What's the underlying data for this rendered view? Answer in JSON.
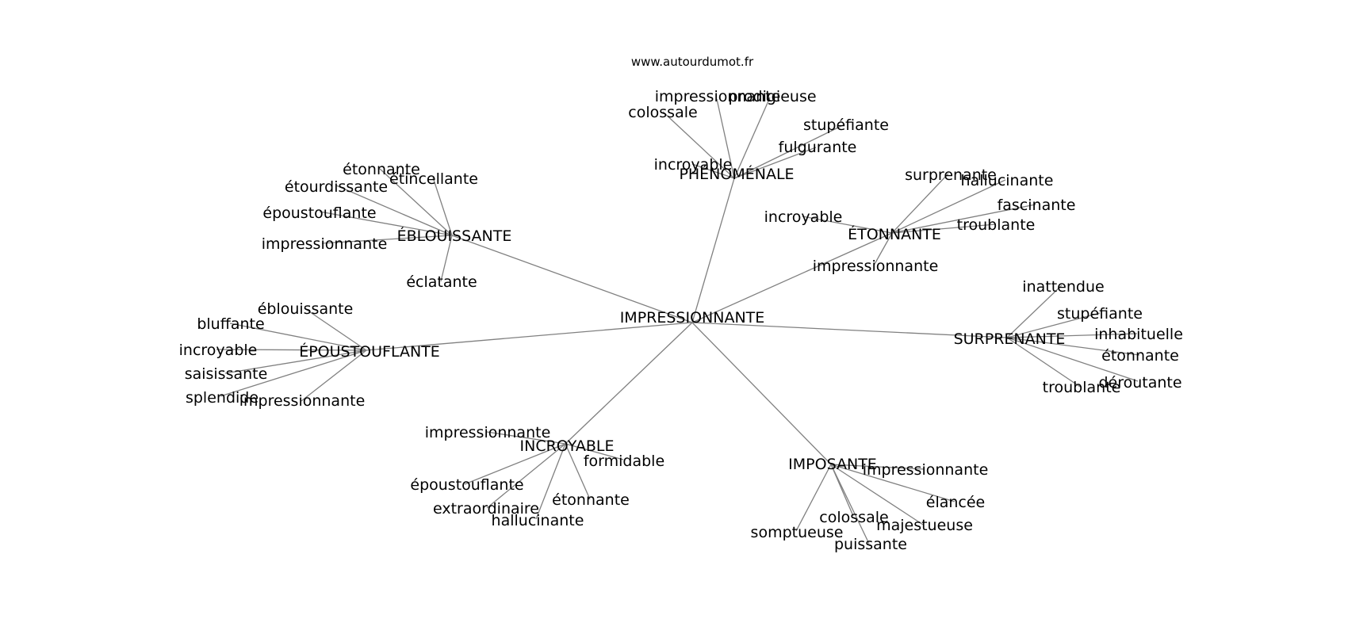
{
  "source": "www.autourdumot.fr",
  "center": "IMPRESSIONNANTE",
  "clusters": [
    {
      "hub": "PHÉNOMÉNALE",
      "leaves": [
        "impressionnante",
        "prodigieuse",
        "colossale",
        "stupéfiante",
        "fulgurante",
        "incroyable"
      ]
    },
    {
      "hub": "ÉBLOUISSANTE",
      "leaves": [
        "étonnante",
        "étincellante",
        "étourdissante",
        "époustouflante",
        "impressionnante",
        "éclatante"
      ]
    },
    {
      "hub": "ÉTONNANTE",
      "leaves": [
        "surprenante",
        "hallucinante",
        "fascinante",
        "incroyable",
        "troublante",
        "impressionnante"
      ]
    },
    {
      "hub": "ÉPOUSTOUFLANTE",
      "leaves": [
        "éblouissante",
        "bluffante",
        "incroyable",
        "saisissante",
        "splendide",
        "impressionnante"
      ]
    },
    {
      "hub": "SURPRENANTE",
      "leaves": [
        "inattendue",
        "stupéfiante",
        "inhabituelle",
        "étonnante",
        "déroutante",
        "troublante"
      ]
    },
    {
      "hub": "INCROYABLE",
      "leaves": [
        "impressionnante",
        "formidable",
        "époustouflante",
        "extraordinaire",
        "étonnante",
        "hallucinante"
      ]
    },
    {
      "hub": "IMPOSANTE",
      "leaves": [
        "impressionnante",
        "élancée",
        "colossale",
        "majestueuse",
        "somptueuse",
        "puissante"
      ]
    }
  ]
}
